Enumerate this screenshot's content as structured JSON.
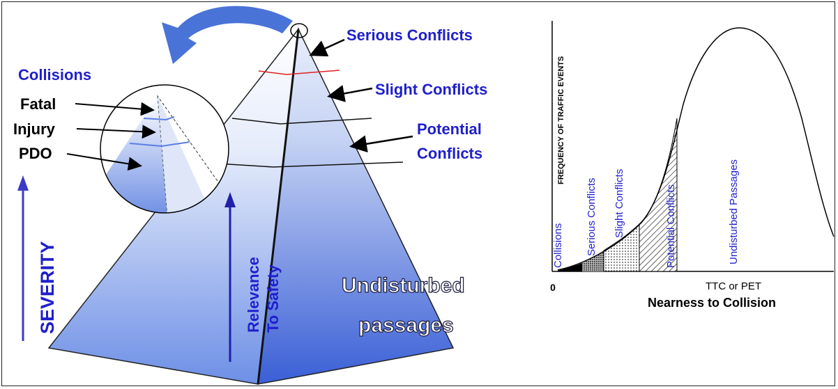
{
  "pyramid": {
    "tiers": {
      "serious": "Serious Conflicts",
      "slight": "Slight Conflicts",
      "potential_line1": "Potential",
      "potential_line2": "Conflicts",
      "undisturbed_line1": "Undisturbed",
      "undisturbed_line2": "passages"
    },
    "relevance_line1": "Relevance",
    "relevance_line2": "To Safety",
    "severity": "SEVERITY"
  },
  "inset": {
    "title": "Collisions",
    "levels": [
      "Fatal",
      "Injury",
      "PDO"
    ]
  },
  "curve_chart": {
    "ylabel": "FREQUENCY OF TRAFFIC EVENTS",
    "zero_tick": "0",
    "x_tick": "TTC or PET",
    "xlabel": "Nearness to Collision",
    "regions": [
      "Collisions",
      "Serious Conflicts",
      "Slight Conflicts",
      "Potential Conflicts",
      "Undisturbed Passages"
    ]
  },
  "colors": {
    "label_blue": "#1f1fcc",
    "pyramid_light": "#dfe6f7",
    "pyramid_dark": "#3f62d8",
    "arrow_blue": "#4a73d8",
    "serious_line": "#e02020"
  }
}
